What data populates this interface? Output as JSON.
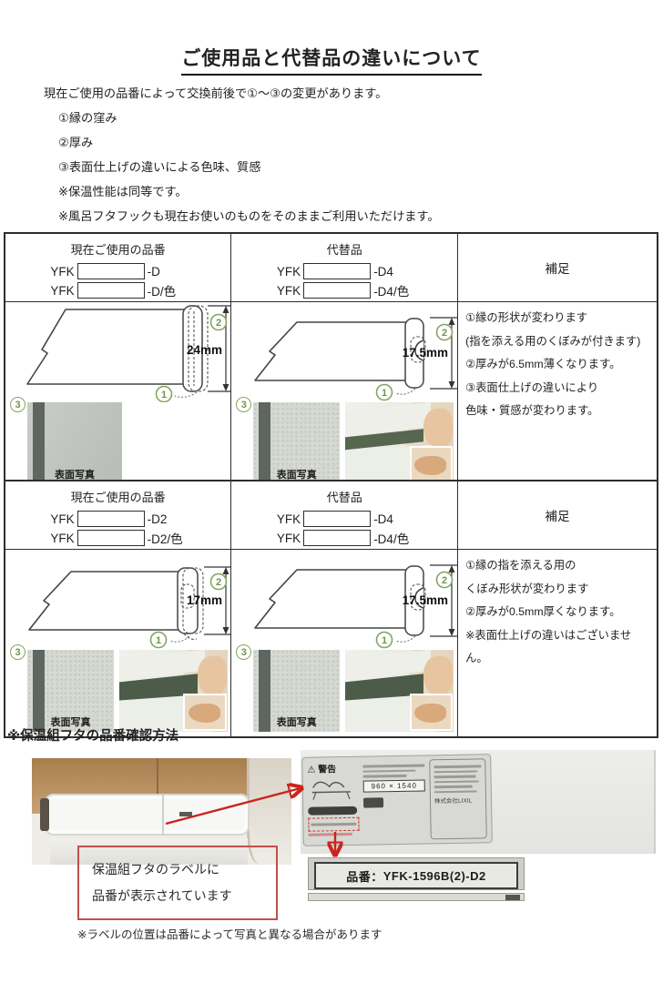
{
  "page": {
    "title": "ご使用品と代替品の違いについて",
    "intro": "現在ご使用の品番によって交換前後で①～③の変更があります。",
    "points": [
      "①縁の窪み",
      "②厚み",
      "③表面仕上げの違いによる色味、質感"
    ],
    "notes": [
      "※保温性能は同等です。",
      "※風呂フタフックも現在お使いのものをそのままご利用いただけます。"
    ]
  },
  "markers": {
    "n1": "1",
    "n2": "2",
    "n3": "3"
  },
  "tables": [
    {
      "current": {
        "header": "現在ご使用の品番",
        "codes": [
          {
            "prefix": "YFK",
            "suffix": "-D"
          },
          {
            "prefix": "YFK",
            "suffix": "-D/色"
          }
        ],
        "thickness": "24mm",
        "photo_label": "表面写真"
      },
      "replacement": {
        "header": "代替品",
        "codes": [
          {
            "prefix": "YFK",
            "suffix": "-D4"
          },
          {
            "prefix": "YFK",
            "suffix": "-D4/色"
          }
        ],
        "thickness": "17.5mm",
        "photo_label": "表面写真"
      },
      "supplement": {
        "header": "補足",
        "lines": [
          "①縁の形状が変わります",
          "(指を添える用のくぼみが付きます)",
          "②厚みが6.5mm薄くなります。",
          "③表面仕上げの違いにより",
          "色味・質感が変わります。"
        ]
      }
    },
    {
      "current": {
        "header": "現在ご使用の品番",
        "codes": [
          {
            "prefix": "YFK",
            "suffix": "-D2"
          },
          {
            "prefix": "YFK",
            "suffix": "-D2/色"
          }
        ],
        "thickness": "17mm",
        "photo_label": "表面写真"
      },
      "replacement": {
        "header": "代替品",
        "codes": [
          {
            "prefix": "YFK",
            "suffix": "-D4"
          },
          {
            "prefix": "YFK",
            "suffix": "-D4/色"
          }
        ],
        "thickness": "17.5mm",
        "photo_label": "表面写真"
      },
      "supplement": {
        "header": "補足",
        "lines": [
          "①縁の指を添える用の",
          "くぼみ形状が変わります",
          "②厚みが0.5mm厚くなります。",
          "※表面仕上げの違いはございません。"
        ]
      }
    }
  ],
  "label_section": {
    "heading": "※保温組フタの品番確認方法",
    "warning_label": {
      "icon": "⚠",
      "title": "警告",
      "size_text": "960 × 1540",
      "company": "株式会社LIXIL"
    },
    "part_number_plate": {
      "label": "品番",
      "separator": "：",
      "value": "YFK-1596B(2)-D2"
    },
    "caption_lines": [
      "保温組フタのラベルに",
      "品番が表示されています"
    ],
    "footnote": "※ラベルの位置は品番によって写真と異なる場合があります"
  },
  "colors": {
    "marker_green": "#6f954c",
    "arrow_red": "#c9251c",
    "caption_border": "#c0504d"
  }
}
